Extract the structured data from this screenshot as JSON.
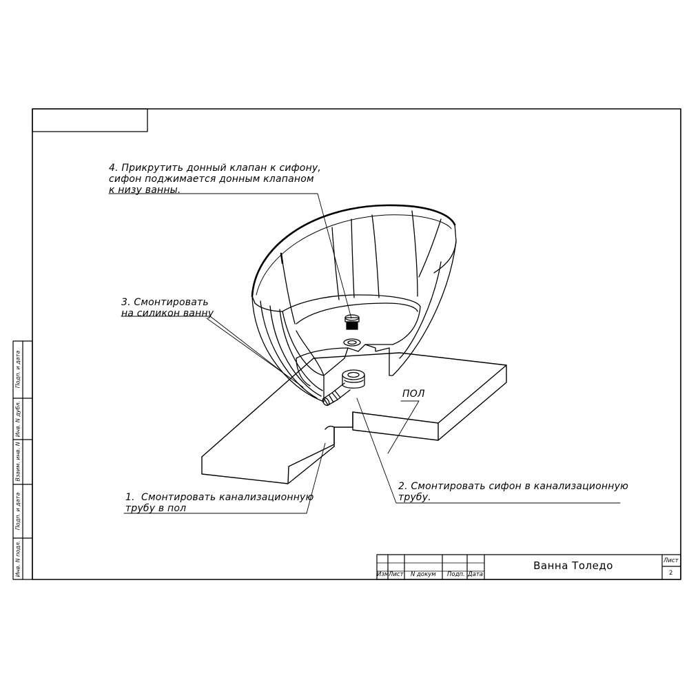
{
  "annotations": {
    "step4": "4. Прикрутить донный клапан к сифону,\nсифон поджимается донным клапаном\nк низу ванны.",
    "step3": "3. Смонтировать\nна силикон ванну",
    "floor": "ПОЛ",
    "step2": "2. Смонтировать сифон в канализационную\nтрубу.",
    "step1": "1.  Смонтировать канализационную\nтрубу в пол"
  },
  "title_block": {
    "title": "Ванна Толедо",
    "sheet_label": "Лист",
    "sheet_number": "2",
    "headers": [
      "Изм",
      "Лист",
      "N докум",
      "Подп.",
      "Дата"
    ]
  },
  "side_stamp": [
    "Подп. и дата",
    "Инв. N дубл.",
    "Взаим. инв. N",
    "Подп. и дата",
    "Инв. N подл."
  ]
}
